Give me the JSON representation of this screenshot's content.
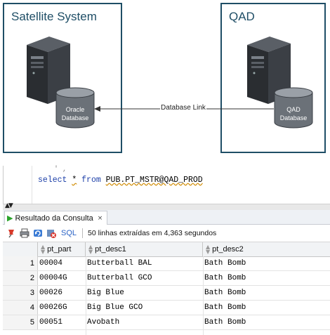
{
  "diagram": {
    "left_box": {
      "title": "Satellite System",
      "db_line1": "Oracle",
      "db_line2": "Database"
    },
    "right_box": {
      "title": "QAD",
      "db_line1": "QAD",
      "db_line2": "Database"
    },
    "link_label": "Database Link",
    "colors": {
      "border": "#1f4e66",
      "db_fill": "#6b7178",
      "server_dark": "#2a2d31"
    }
  },
  "editor": {
    "kw_select": "select",
    "star": "*",
    "kw_from": "from",
    "table": "PUB.PT_MSTR@QAD_PROD"
  },
  "results": {
    "tab_label": "Resultado da Consulta",
    "tab_close": "×",
    "sql_label": "SQL",
    "status": "50 linhas extraídas em 4,363 segundos",
    "columns": [
      "pt_part",
      "pt_desc1",
      "pt_desc2"
    ],
    "rows": [
      {
        "n": "1",
        "pt_part": "00004",
        "pt_desc1": "Butterball BAL",
        "pt_desc2": "Bath Bomb"
      },
      {
        "n": "2",
        "pt_part": "00004G",
        "pt_desc1": "Butterball GCO",
        "pt_desc2": "Bath Bomb"
      },
      {
        "n": "3",
        "pt_part": "00026",
        "pt_desc1": "Big Blue",
        "pt_desc2": "Bath Bomb"
      },
      {
        "n": "4",
        "pt_part": "00026G",
        "pt_desc1": "Big Blue GCO",
        "pt_desc2": "Bath Bomb"
      },
      {
        "n": "5",
        "pt_part": "00051",
        "pt_desc1": "Avobath",
        "pt_desc2": "Bath Bomb"
      }
    ],
    "icons": [
      "pin-icon",
      "print-icon",
      "refresh-icon",
      "cancel-icon",
      "play-icon",
      "sort-icon"
    ]
  }
}
